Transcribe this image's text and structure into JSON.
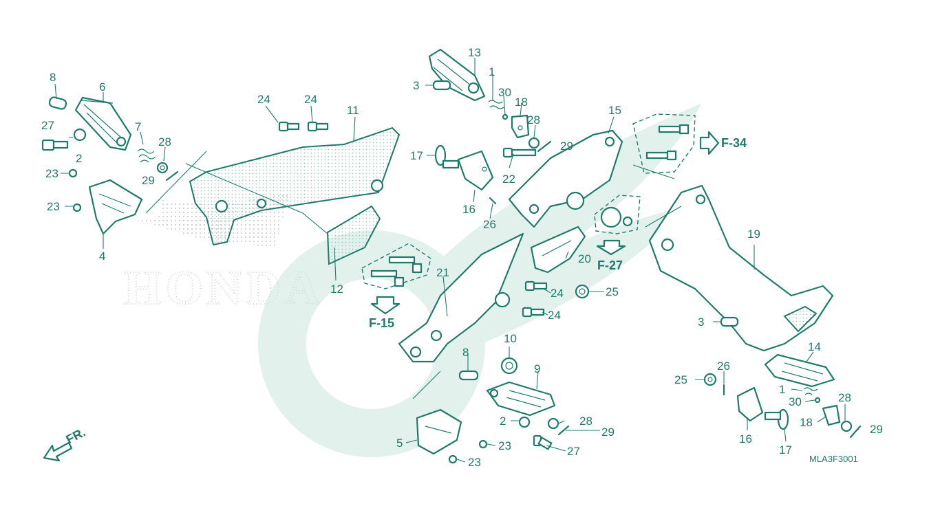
{
  "diagram": {
    "catalog_code": "MLA3F3001",
    "direction_label": "FR.",
    "watermark_text": "HONDA",
    "colors": {
      "line": "#1f7a6b",
      "watermark": "#e3f1ed",
      "background": "#ffffff"
    },
    "references": [
      "F-34",
      "F-27",
      "F-15"
    ],
    "callouts": [
      "8",
      "6",
      "27",
      "7",
      "28",
      "2",
      "29",
      "23",
      "23",
      "4",
      "24",
      "24",
      "11",
      "12",
      "13",
      "1",
      "3",
      "30",
      "18",
      "28",
      "29",
      "17",
      "22",
      "16",
      "26",
      "15",
      "21",
      "20",
      "24",
      "24",
      "25",
      "19",
      "3",
      "14",
      "26",
      "25",
      "1",
      "30",
      "28",
      "18",
      "29",
      "16",
      "17",
      "10",
      "8",
      "9",
      "2",
      "28",
      "29",
      "27",
      "5",
      "23",
      "23"
    ]
  }
}
